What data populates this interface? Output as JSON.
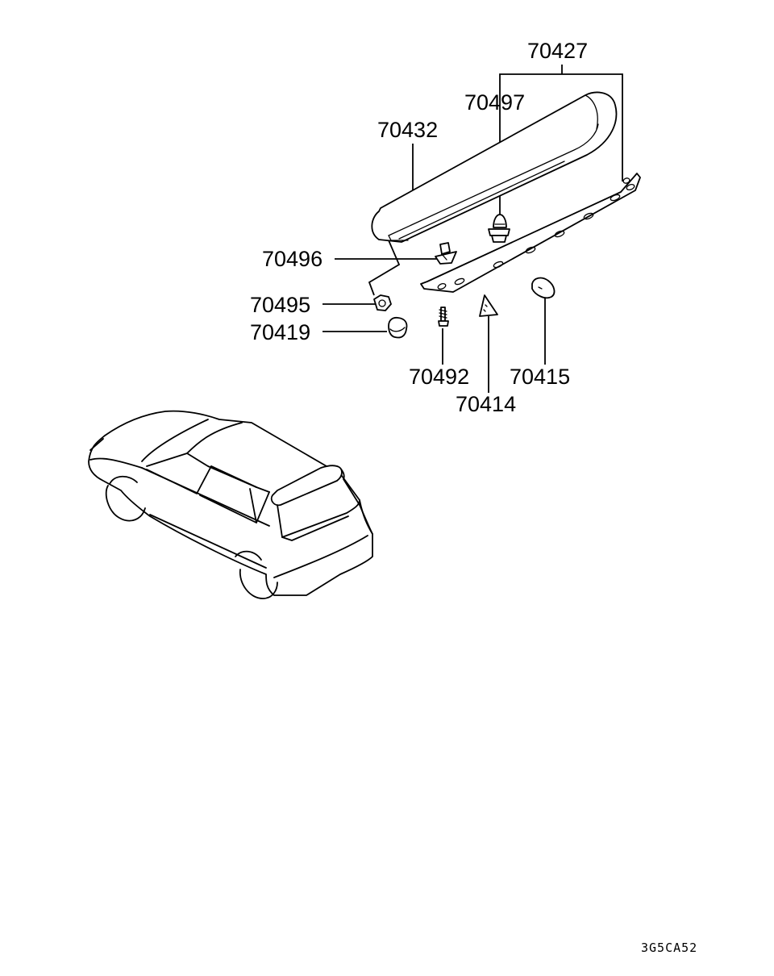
{
  "diagram": {
    "ref_code": "3G5CA52",
    "parts": [
      {
        "id": "70427",
        "label": "70427"
      },
      {
        "id": "70497",
        "label": "70497"
      },
      {
        "id": "70432",
        "label": "70432"
      },
      {
        "id": "70496",
        "label": "70496"
      },
      {
        "id": "70495",
        "label": "70495"
      },
      {
        "id": "70419",
        "label": "70419"
      },
      {
        "id": "70492",
        "label": "70492"
      },
      {
        "id": "70415",
        "label": "70415"
      },
      {
        "id": "70414",
        "label": "70414"
      }
    ]
  }
}
